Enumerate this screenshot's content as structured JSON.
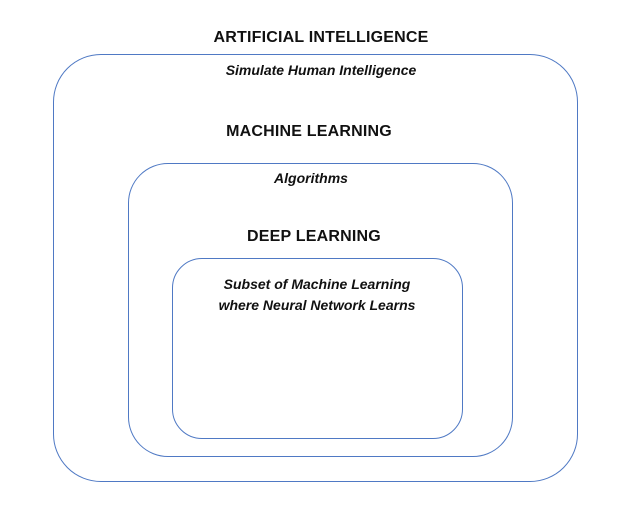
{
  "ai": {
    "title": "ARTIFICIAL INTELLIGENCE",
    "description": "Simulate Human Intelligence"
  },
  "ml": {
    "title": "MACHINE LEARNING",
    "description": "Algorithms"
  },
  "dl": {
    "title": "DEEP LEARNING",
    "description_lines": [
      "Subset of Machine Learning",
      "where Neural Network Learns"
    ]
  },
  "colors": {
    "border": "#4f79c4",
    "text": "#111111",
    "background": "#ffffff"
  }
}
